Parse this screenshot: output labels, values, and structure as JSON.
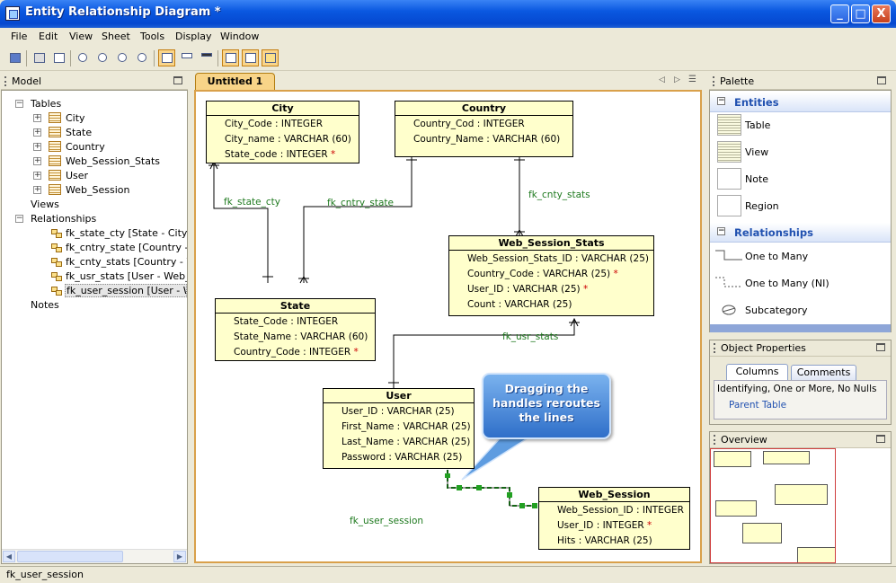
{
  "window": {
    "title": "Entity Relationship Diagram *",
    "minimize": "_",
    "maximize": "□",
    "close": "X"
  },
  "menu": [
    "File",
    "Edit",
    "View",
    "Sheet",
    "Tools",
    "Display",
    "Window"
  ],
  "model_panel": {
    "title": "Model",
    "tables_label": "Tables",
    "tables": [
      "City",
      "State",
      "Country",
      "Web_Session_Stats",
      "User",
      "Web_Session"
    ],
    "views_label": "Views",
    "relationships_label": "Relationships",
    "relationships": [
      "fk_state_cty [State - City]",
      "fk_cntry_state [Country - State]",
      "fk_cnty_stats [Country - Web_Session_Stats]",
      "fk_usr_stats [User - Web_Session_Stats]",
      "fk_user_session [User - Web_Session]"
    ],
    "notes_label": "Notes"
  },
  "editor": {
    "tab": "Untitled 1"
  },
  "entities": {
    "city": {
      "title": "City",
      "cols": [
        "City_Code : INTEGER",
        "City_name : VARCHAR (60)",
        "State_code : INTEGER"
      ]
    },
    "country": {
      "title": "Country",
      "cols": [
        "Country_Cod : INTEGER",
        "Country_Name : VARCHAR (60)"
      ]
    },
    "state": {
      "title": "State",
      "cols": [
        "State_Code : INTEGER",
        "State_Name : VARCHAR (60)",
        "Country_Code : INTEGER"
      ]
    },
    "wss": {
      "title": "Web_Session_Stats",
      "cols": [
        "Web_Session_Stats_ID : VARCHAR (25)",
        "Country_Code : VARCHAR (25)",
        "User_ID : VARCHAR (25)",
        "Count : VARCHAR (25)"
      ]
    },
    "user": {
      "title": "User",
      "cols": [
        "User_ID : VARCHAR (25)",
        "First_Name : VARCHAR (25)",
        "Last_Name : VARCHAR (25)",
        "Password : VARCHAR (25)"
      ]
    },
    "ws": {
      "title": "Web_Session",
      "cols": [
        "Web_Session_ID : INTEGER",
        "User_ID : INTEGER",
        "Hits : VARCHAR (25)"
      ]
    }
  },
  "required_mark": "*",
  "rel_labels": {
    "state_cty": "fk_state_cty",
    "cntry_state": "fk_cntry_state",
    "cnty_stats": "fk_cnty_stats",
    "usr_stats": "fk_usr_stats",
    "user_session": "fk_user_session"
  },
  "callout": "Dragging the handles reroutes the lines",
  "palette": {
    "title": "Palette",
    "entities_header": "Entities",
    "entity_items": [
      "Table",
      "View",
      "Note",
      "Region"
    ],
    "relationships_header": "Relationships",
    "relationship_items": [
      "One to Many",
      "One to Many (NI)",
      "Subcategory"
    ]
  },
  "properties": {
    "title": "Object Properties",
    "tabs": [
      "Columns",
      "Comments"
    ],
    "text": "Identifying, One or More, No Nulls",
    "parent_link": "Parent Table"
  },
  "overview": {
    "title": "Overview"
  },
  "status": "fk_user_session",
  "colors": {
    "entity_fill": "#FFFFCC",
    "rel_label": "#1f7a1f",
    "accent_tab": "#F8D488",
    "selection": "#22a022"
  }
}
